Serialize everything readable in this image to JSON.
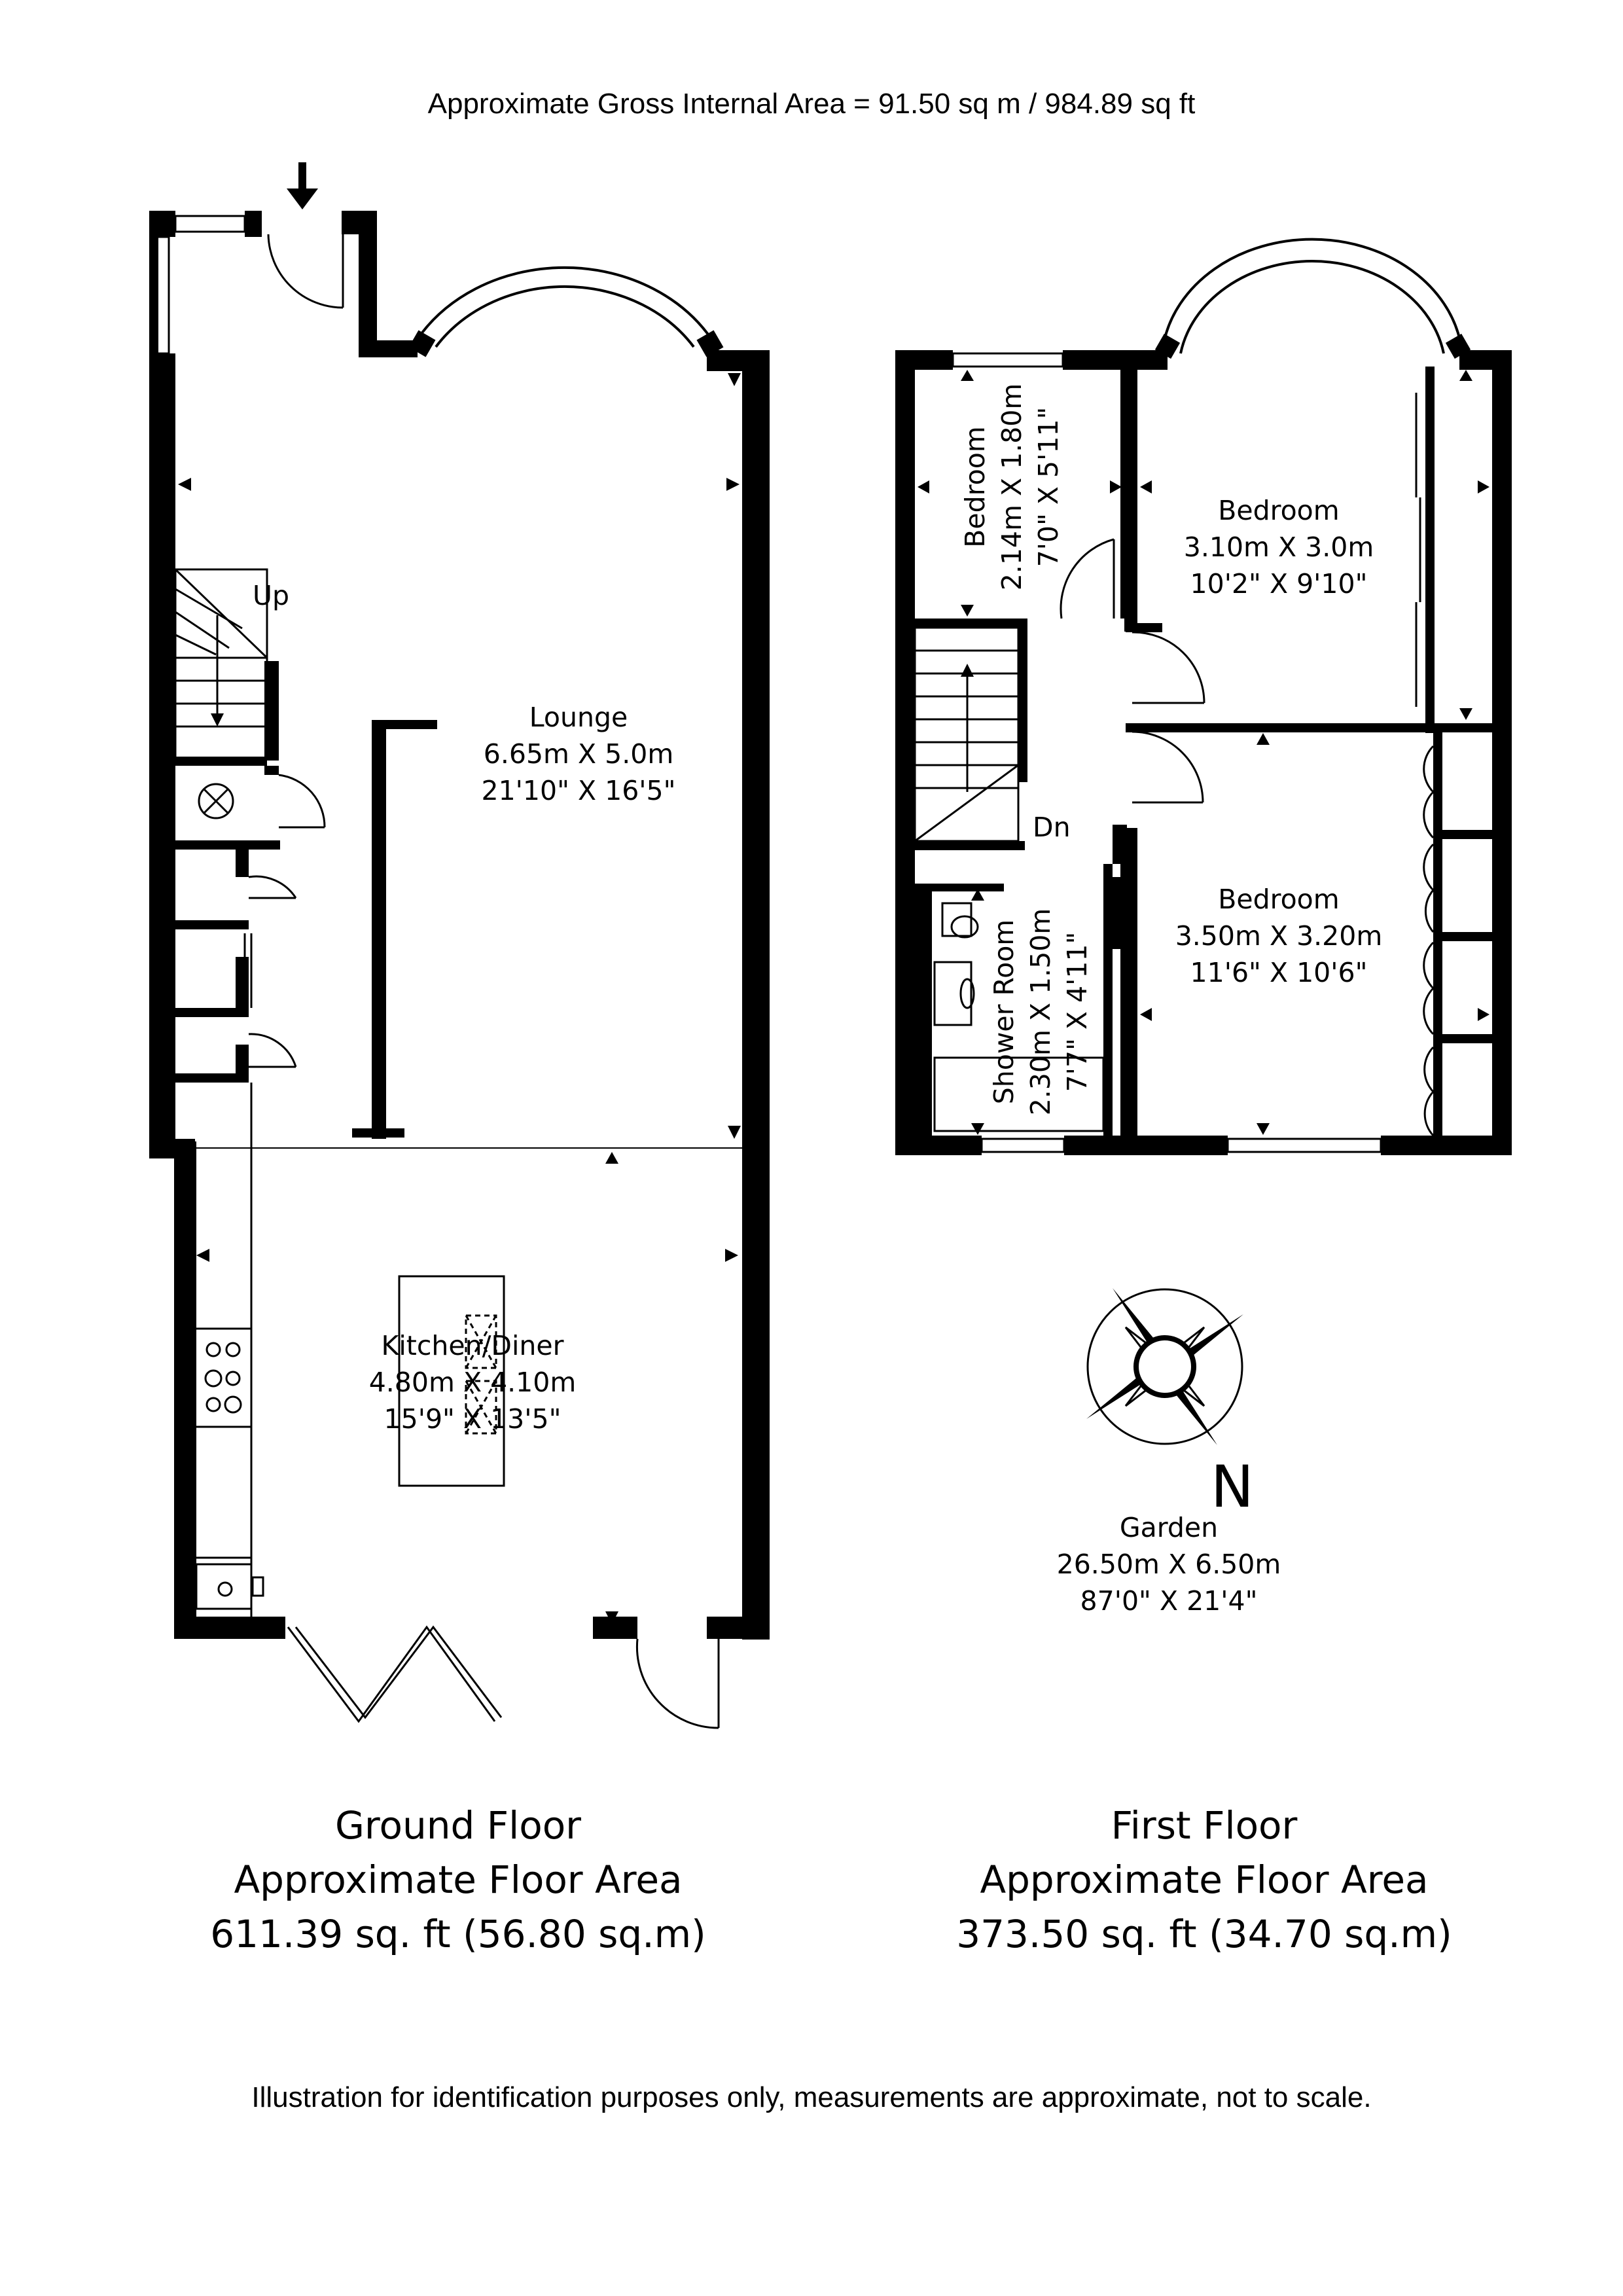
{
  "header": {
    "gross_area": "Approximate Gross Internal Area = 91.50 sq m / 984.89 sq ft"
  },
  "ground_floor": {
    "stairs_label": "Up",
    "rooms": {
      "lounge": {
        "name": "Lounge",
        "metric": "6.65m X 5.0m",
        "imperial": "21'10\" X 16'5\""
      },
      "kitchen": {
        "name": "Kitchen/Diner",
        "metric": "4.80m X 4.10m",
        "imperial": "15'9\" X 13'5\""
      }
    },
    "summary": {
      "name": "Ground Floor",
      "label": "Approximate Floor Area",
      "area": "611.39 sq. ft (56.80 sq.m)"
    }
  },
  "first_floor": {
    "stairs_label": "Dn",
    "rooms": {
      "bedroom_small": {
        "name": "Bedroom",
        "metric": "2.14m X 1.80m",
        "imperial": "7'0\" X 5'11\""
      },
      "bedroom_front": {
        "name": "Bedroom",
        "metric": "3.10m X 3.0m",
        "imperial": "10'2\" X 9'10\""
      },
      "bedroom_rear": {
        "name": "Bedroom",
        "metric": "3.50m X 3.20m",
        "imperial": "11'6\" X 10'6\""
      },
      "shower_room": {
        "name": "Shower Room",
        "metric": "2.30m X 1.50m",
        "imperial": "7'7\" X 4'11\""
      }
    },
    "summary": {
      "name": "First Floor",
      "label": "Approximate Floor Area",
      "area": "373.50 sq. ft (34.70 sq.m)"
    }
  },
  "garden": {
    "name": "Garden",
    "metric": "26.50m X 6.50m",
    "imperial": "87'0\" X 21'4\""
  },
  "compass": {
    "north_label": "N"
  },
  "footer": {
    "disclaimer": "Illustration for identification purposes only, measurements are approximate, not to scale."
  }
}
